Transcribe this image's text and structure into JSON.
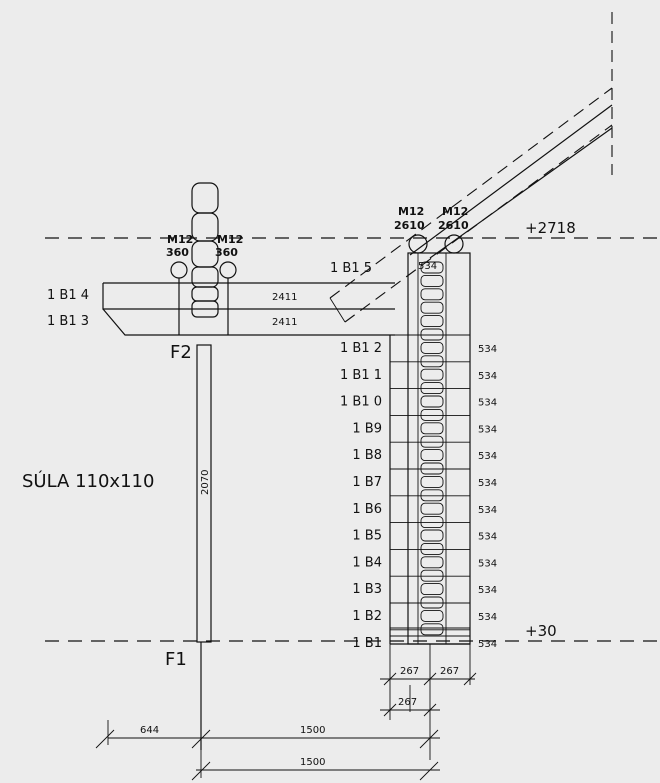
{
  "levels": {
    "top": "+2718",
    "bottom": "+30"
  },
  "bolts": {
    "left_label": "M12",
    "left_length": "360",
    "right_label": "M12",
    "right_length": "2610"
  },
  "nodes": {
    "upper": "F2",
    "lower": "F1"
  },
  "column": {
    "label": "SÚLA 110x110",
    "length": "2070"
  },
  "beams_left": [
    {
      "label": "1 B1 4",
      "length": "2411"
    },
    {
      "label": "1 B1 3",
      "length": "2411"
    }
  ],
  "b15": {
    "label": "1 B1 5",
    "length": "534"
  },
  "stack": [
    {
      "label": "1 B1 2",
      "length": "534"
    },
    {
      "label": "1 B1 1",
      "length": "534"
    },
    {
      "label": "1 B1 0",
      "length": "534"
    },
    {
      "label": "1 B9",
      "length": "534"
    },
    {
      "label": "1 B8",
      "length": "534"
    },
    {
      "label": "1 B7",
      "length": "534"
    },
    {
      "label": "1 B6",
      "length": "534"
    },
    {
      "label": "1 B5",
      "length": "534"
    },
    {
      "label": "1 B4",
      "length": "534"
    },
    {
      "label": "1 B3",
      "length": "534"
    },
    {
      "label": "1 B2",
      "length": "534"
    },
    {
      "label": "1 B1",
      "length": "534"
    }
  ],
  "dims": {
    "stack_w1": "267",
    "stack_w2": "267",
    "stack_w3": "267",
    "left_offset": "644",
    "span_a": "1500",
    "span_b": "1500"
  }
}
